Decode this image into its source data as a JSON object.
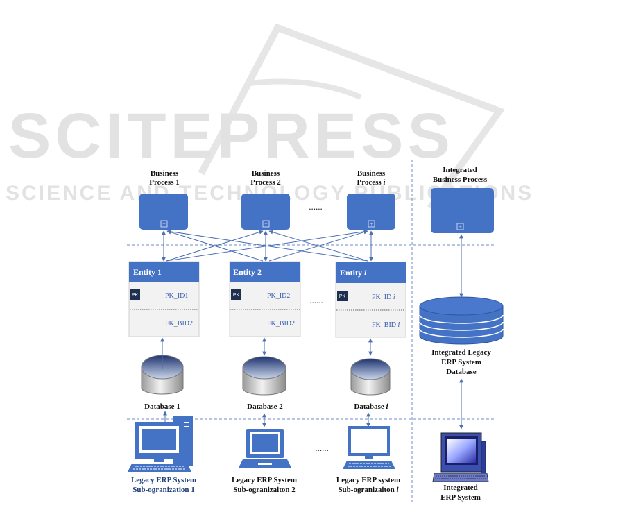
{
  "watermark": {
    "title": "SCITEPRESS",
    "subtitle": "SCIENCE AND TECHNOLOGY PUBLICATIONS"
  },
  "business_processes": [
    {
      "line1": "Business",
      "line2": "Process 1"
    },
    {
      "line1": "Business",
      "line2": "Process 2"
    },
    {
      "line1": "Business",
      "line2": "Process",
      "italic": "i"
    }
  ],
  "integrated_process": {
    "line1": "Integrated",
    "line2": "Business Process"
  },
  "entities": [
    {
      "title": "Entity 1",
      "pk_badge": "PK",
      "pk": "PK_ID1",
      "fk": "FK_BID2"
    },
    {
      "title": "Entity 2",
      "pk_badge": "PK",
      "pk": "PK_ID2",
      "fk": "FK_BID2"
    },
    {
      "title": "Entity",
      "title_italic": "i",
      "pk_badge": "PK",
      "pk": "PK_ID",
      "pk_italic": "i",
      "fk": "FK_BID",
      "fk_italic": "i"
    }
  ],
  "databases": [
    {
      "label": "Database 1"
    },
    {
      "label": "Database 2"
    },
    {
      "label": "Database",
      "italic": "i"
    }
  ],
  "integrated_database": {
    "line1": "Integrated Legacy",
    "line2": "ERP System",
    "line3": "Database"
  },
  "systems": [
    {
      "line1": "Legacy ERP System",
      "line2": "Sub-ogranization 1"
    },
    {
      "line1": "Legacy ERP System",
      "line2": "Sub-ogranizaiton 2"
    },
    {
      "line1": "Legacy ERP system",
      "line2": "Sub-ogranizaiton",
      "italic": "i"
    }
  ],
  "integrated_system": {
    "line1": "Integrated",
    "line2": "ERP System"
  },
  "ellipsis": "......",
  "colors": {
    "accent": "#4472c4",
    "accent_dark": "#2f56a0",
    "entity_body": "#f2f2f2",
    "pk_badge": "#1f2f4f"
  }
}
